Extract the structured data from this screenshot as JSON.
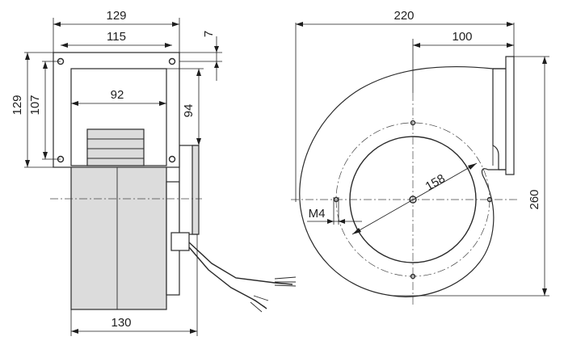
{
  "dimensions": {
    "overall_width_top": "129",
    "flange_width": "115",
    "flange_offset": "7",
    "opening_width": "92",
    "overall_height_left": "129",
    "flange_height": "107",
    "opening_height": "94",
    "housing_width_bottom": "130",
    "scroll_width": "220",
    "outlet_offset": "100",
    "scroll_height": "260",
    "bolt_circle": "158",
    "thread": "M4"
  },
  "colors": {
    "line": "#2a2a2a",
    "housing_fill": "#dcdcdc"
  }
}
